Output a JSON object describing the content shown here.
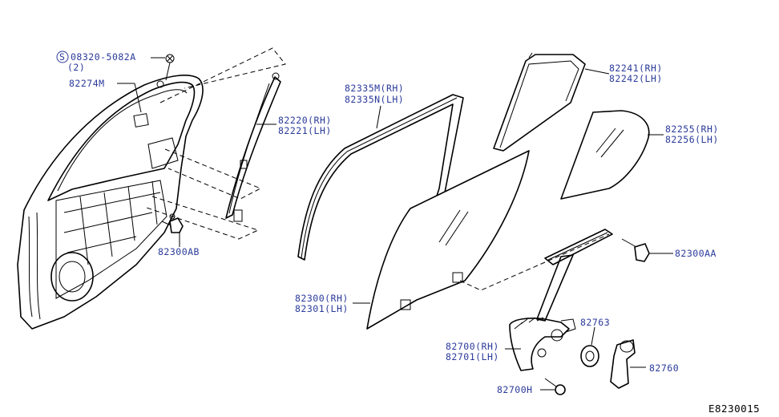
{
  "labels": {
    "bolt_screw": "08320-5082A",
    "bolt_screw_qty": "(2)",
    "clip": "82274M",
    "sash_rh": "82220(RH)",
    "sash_lh": "82221(LH)",
    "run_rh": "82335M(RH)",
    "run_lh": "82335N(LH)",
    "rear_sash_rh": "82241(RH)",
    "rear_sash_lh": "82242(LH)",
    "partition_glass_rh": "82255(RH)",
    "partition_glass_lh": "82256(LH)",
    "bolt_ab": "82300AB",
    "bolt_aa": "82300AA",
    "glass_rh": "82300(RH)",
    "glass_lh": "82301(LH)",
    "regulator_rh": "82700(RH)",
    "regulator_lh": "82701(LH)",
    "escutcheon": "82763",
    "handle": "82760",
    "bolt_h": "82700H"
  },
  "screw_symbol": "S",
  "ref_code": "E8230015"
}
